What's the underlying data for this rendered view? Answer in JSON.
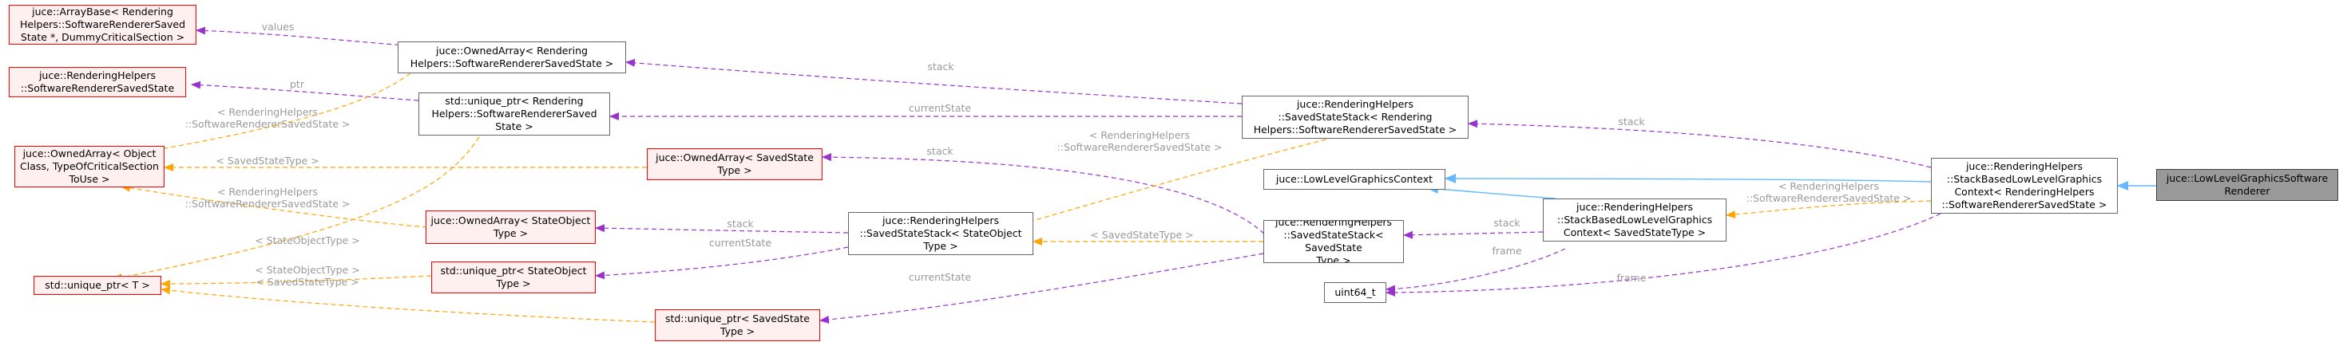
{
  "nodes": {
    "arraybase": "juce::ArrayBase< Rendering\nHelpers::SoftwareRendererSaved\nState *, DummyCriticalSection >",
    "rh_saved": "juce::RenderingHelpers\n::SoftwareRendererSavedState",
    "owned_obj": "juce::OwnedArray< Object\nClass, TypeOfCriticalSection\nToUse >",
    "uptr_t": "std::unique_ptr< T >",
    "owned_rh": "juce::OwnedArray< Rendering\nHelpers::SoftwareRendererSavedState >",
    "uptr_rh": "std::unique_ptr< Rendering\nHelpers::SoftwareRendererSaved\nState >",
    "owned_state": "juce::OwnedArray< SavedState\nType >",
    "owned_stateobj": "juce::OwnedArray< StateObject\nType >",
    "uptr_stateobj": "std::unique_ptr< StateObject\nType >",
    "uptr_state": "std::unique_ptr< SavedState\nType >",
    "sss_stateobj": "juce::RenderingHelpers\n::SavedStateStack< StateObject\nType >",
    "sss_rh": "juce::RenderingHelpers\n::SavedStateStack< Rendering\nHelpers::SoftwareRendererSavedState >",
    "llgc": "juce::LowLevelGraphicsContext",
    "sss_state": "juce::RenderingHelpers\n::SavedStateStack< SavedState\nType >",
    "uint64": "uint64_t",
    "sbllgc_t": "juce::RenderingHelpers\n::StackBasedLowLevelGraphics\nContext< SavedStateType >",
    "sbllgc_rh": "juce::RenderingHelpers\n::StackBasedLowLevelGraphics\nContext< RenderingHelpers\n::SoftwareRendererSavedState >",
    "focus": "juce::LowLevelGraphicsSoftware\nRenderer"
  },
  "edge_labels": {
    "values": "values",
    "ptr": "ptr",
    "rh_state_tmpl_1": "< RenderingHelpers\n::SoftwareRendererSavedState >",
    "saved_state_type_1": "< SavedStateType >",
    "rh_state_tmpl_2": "< RenderingHelpers\n::SoftwareRendererSavedState >",
    "state_object_type_1": "< StateObjectType >",
    "state_object_type_2": "< StateObjectType >",
    "saved_state_type_2": "< SavedStateType >",
    "stack_1": "stack",
    "current_state_1": "currentState",
    "stack_2": "stack",
    "rh_state_tmpl_3": "< RenderingHelpers\n::SoftwareRendererSavedState >",
    "stack_3": "stack",
    "current_state_2": "currentState",
    "saved_state_type_3": "< SavedStateType >",
    "current_state_3": "currentState",
    "stack_4": "stack",
    "stack_5": "stack",
    "frame_1": "frame",
    "rh_state_tmpl_4": "< RenderingHelpers\n::SoftwareRendererSavedState >",
    "frame_2": "frame"
  },
  "colors": {
    "usage": "#9a32cd",
    "template": "#ffa500",
    "inherit": "#63b8ff",
    "label": "#9a9a9a",
    "red_border": "#ff0000",
    "red_fill": "#fff0f0",
    "focus_fill": "#999999"
  }
}
